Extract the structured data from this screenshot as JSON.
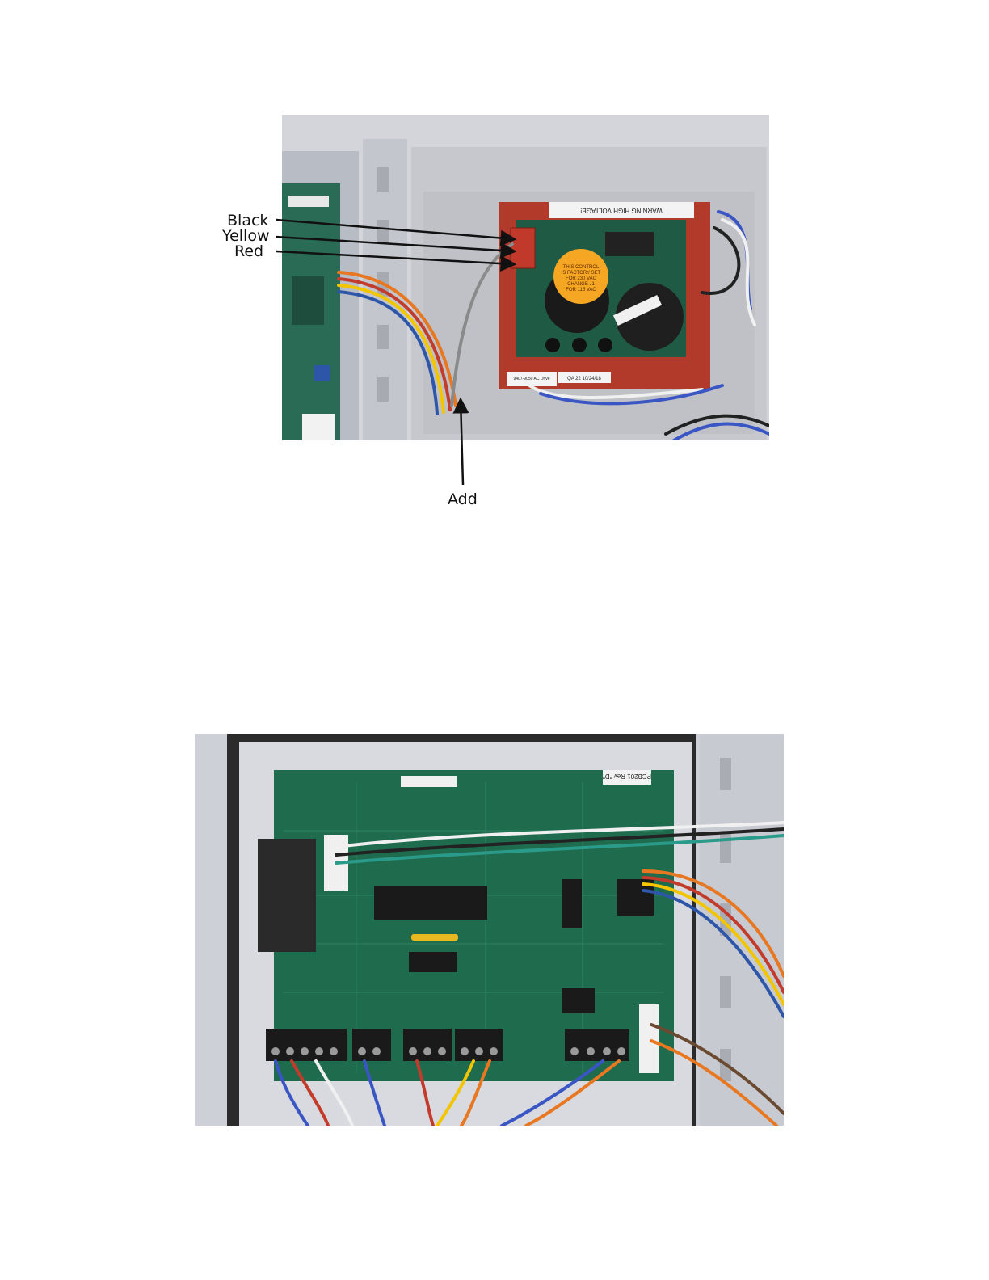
{
  "callouts": {
    "black": "Black",
    "yellow": "Yellow",
    "red": "Red",
    "add": "Add"
  },
  "top_photo": {
    "warning_strip": "WARNING HIGH VOLTAGE!",
    "sticker_lines": [
      "THIS CONTROL",
      "IS FACTORY SET",
      "FOR 230 VAC",
      "CHANGE J1",
      "FOR 115 VAC"
    ],
    "label_left": "9407-9050 AC Drive",
    "label_right": "QA 22 10/24/18"
  },
  "bottom_photo": {
    "board_label": "PCB201 Rev \"D\""
  },
  "colors": {
    "enclosure": "#c9cbd1",
    "pcb_green": "#1f6b4e",
    "drive_red": "#c0392b",
    "sticker_orange": "#f5a623"
  }
}
